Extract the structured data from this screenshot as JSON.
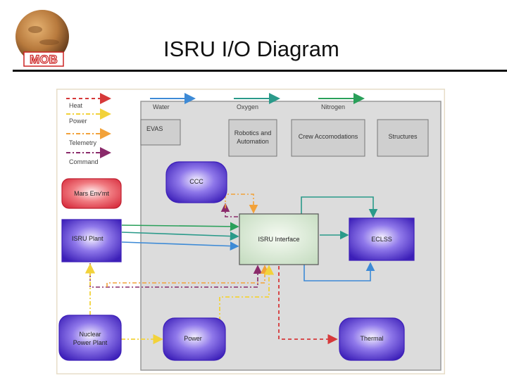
{
  "slide": {
    "title": "ISRU I/O Diagram",
    "logo_text": "MOB"
  },
  "legend": {
    "heat": "Heat",
    "power": "Power",
    "telemetry": "Telemetry",
    "command": "Command",
    "water": "Water",
    "oxygen": "Oxygen",
    "nitrogen": "Nitrogen"
  },
  "nodes": {
    "evas": "EVAS",
    "robotics": [
      "Robotics and",
      "Automation"
    ],
    "crew": "Crew Accomodations",
    "structures": "Structures",
    "ccc": "CCC",
    "mars_env": "Mars Env'mt",
    "isru_plant": "ISRU Plant",
    "isru_interface": "ISRU Interface",
    "eclss": "ECLSS",
    "nuclear": [
      "Nuclear",
      "Power Plant"
    ],
    "power": "Power",
    "thermal": "Thermal"
  },
  "colors": {
    "heat": "#d6393a",
    "power": "#f2e24a",
    "telemetry": "#f2a23a",
    "command": "#8a2a6a",
    "water": "#3d8ad6",
    "oxygen": "#2a9a8a",
    "nitrogen": "#2aa05a",
    "purple_node": "#5b3fd0",
    "red_node": "#e04a55",
    "gray_box": "#cfcfcf",
    "frame": "#e7ddc8"
  }
}
